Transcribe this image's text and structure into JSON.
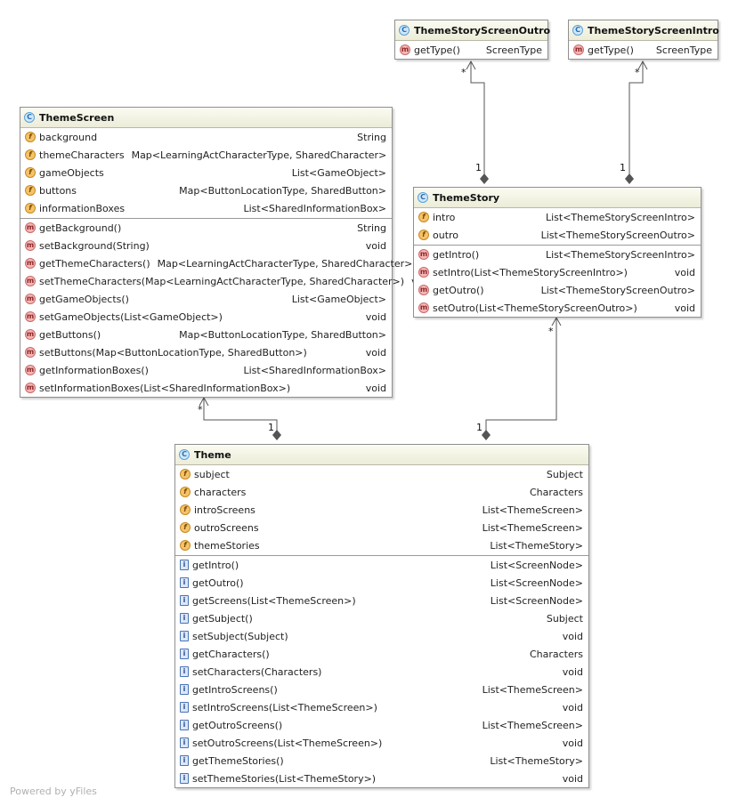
{
  "classes": [
    {
      "name": "ThemeStoryScreenOutro",
      "fields": [],
      "methods": [
        {
          "name": "getType()",
          "type": "ScreenType",
          "icon": "m"
        }
      ]
    },
    {
      "name": "ThemeStoryScreenIntro",
      "fields": [],
      "methods": [
        {
          "name": "getType()",
          "type": "ScreenType",
          "icon": "m"
        }
      ]
    },
    {
      "name": "ThemeScreen",
      "fields": [
        {
          "name": "background",
          "type": "String",
          "icon": "f"
        },
        {
          "name": "themeCharacters",
          "type": "Map<LearningActCharacterType, SharedCharacter>",
          "icon": "f"
        },
        {
          "name": "gameObjects",
          "type": "List<GameObject>",
          "icon": "f"
        },
        {
          "name": "buttons",
          "type": "Map<ButtonLocationType, SharedButton>",
          "icon": "f"
        },
        {
          "name": "informationBoxes",
          "type": "List<SharedInformationBox>",
          "icon": "f"
        }
      ],
      "methods": [
        {
          "name": "getBackground()",
          "type": "String",
          "icon": "m"
        },
        {
          "name": "setBackground(String)",
          "type": "void",
          "icon": "m"
        },
        {
          "name": "getThemeCharacters()",
          "type": "Map<LearningActCharacterType, SharedCharacter>",
          "icon": "m"
        },
        {
          "name": "setThemeCharacters(Map<LearningActCharacterType, SharedCharacter>)",
          "type": "void",
          "icon": "m"
        },
        {
          "name": "getGameObjects()",
          "type": "List<GameObject>",
          "icon": "m"
        },
        {
          "name": "setGameObjects(List<GameObject>)",
          "type": "void",
          "icon": "m"
        },
        {
          "name": "getButtons()",
          "type": "Map<ButtonLocationType, SharedButton>",
          "icon": "m"
        },
        {
          "name": "setButtons(Map<ButtonLocationType, SharedButton>)",
          "type": "void",
          "icon": "m"
        },
        {
          "name": "getInformationBoxes()",
          "type": "List<SharedInformationBox>",
          "icon": "m"
        },
        {
          "name": "setInformationBoxes(List<SharedInformationBox>)",
          "type": "void",
          "icon": "m"
        }
      ]
    },
    {
      "name": "ThemeStory",
      "fields": [
        {
          "name": "intro",
          "type": "List<ThemeStoryScreenIntro>",
          "icon": "f"
        },
        {
          "name": "outro",
          "type": "List<ThemeStoryScreenOutro>",
          "icon": "f"
        }
      ],
      "methods": [
        {
          "name": "getIntro()",
          "type": "List<ThemeStoryScreenIntro>",
          "icon": "m"
        },
        {
          "name": "setIntro(List<ThemeStoryScreenIntro>)",
          "type": "void",
          "icon": "m"
        },
        {
          "name": "getOutro()",
          "type": "List<ThemeStoryScreenOutro>",
          "icon": "m"
        },
        {
          "name": "setOutro(List<ThemeStoryScreenOutro>)",
          "type": "void",
          "icon": "m"
        }
      ]
    },
    {
      "name": "Theme",
      "fields": [
        {
          "name": "subject",
          "type": "Subject",
          "icon": "f"
        },
        {
          "name": "characters",
          "type": "Characters",
          "icon": "f"
        },
        {
          "name": "introScreens",
          "type": "List<ThemeScreen>",
          "icon": "f"
        },
        {
          "name": "outroScreens",
          "type": "List<ThemeScreen>",
          "icon": "f"
        },
        {
          "name": "themeStories",
          "type": "List<ThemeStory>",
          "icon": "f"
        }
      ],
      "methods": [
        {
          "name": "getIntro()",
          "type": "List<ScreenNode>",
          "icon": "i"
        },
        {
          "name": "getOutro()",
          "type": "List<ScreenNode>",
          "icon": "i"
        },
        {
          "name": "getScreens(List<ThemeScreen>)",
          "type": "List<ScreenNode>",
          "icon": "i"
        },
        {
          "name": "getSubject()",
          "type": "Subject",
          "icon": "i"
        },
        {
          "name": "setSubject(Subject)",
          "type": "void",
          "icon": "i"
        },
        {
          "name": "getCharacters()",
          "type": "Characters",
          "icon": "i"
        },
        {
          "name": "setCharacters(Characters)",
          "type": "void",
          "icon": "i"
        },
        {
          "name": "getIntroScreens()",
          "type": "List<ThemeScreen>",
          "icon": "i"
        },
        {
          "name": "setIntroScreens(List<ThemeScreen>)",
          "type": "void",
          "icon": "i"
        },
        {
          "name": "getOutroScreens()",
          "type": "List<ThemeScreen>",
          "icon": "i"
        },
        {
          "name": "setOutroScreens(List<ThemeScreen>)",
          "type": "void",
          "icon": "i"
        },
        {
          "name": "getThemeStories()",
          "type": "List<ThemeStory>",
          "icon": "i"
        },
        {
          "name": "setThemeStories(List<ThemeStory>)",
          "type": "void",
          "icon": "i"
        }
      ]
    }
  ],
  "edges": [
    {
      "from": "ThemeStory",
      "to": "ThemeStoryScreenOutro",
      "whole_multiplicity": "1",
      "part_multiplicity": "*"
    },
    {
      "from": "ThemeStory",
      "to": "ThemeStoryScreenIntro",
      "whole_multiplicity": "1",
      "part_multiplicity": "*"
    },
    {
      "from": "Theme",
      "to": "ThemeScreen",
      "whole_multiplicity": "1",
      "part_multiplicity": "*"
    },
    {
      "from": "Theme",
      "to": "ThemeStory",
      "whole_multiplicity": "1",
      "part_multiplicity": "*"
    }
  ],
  "icons": {
    "class": "C",
    "field": "f",
    "method": "m",
    "interface_method": "i"
  },
  "colors": {
    "header_top": "#fbfbf2",
    "header_bottom": "#ececd8",
    "border": "#8f8f8f",
    "edge": "#555555",
    "footer": "#b0b0b0"
  },
  "footer": "Powered by yFiles"
}
